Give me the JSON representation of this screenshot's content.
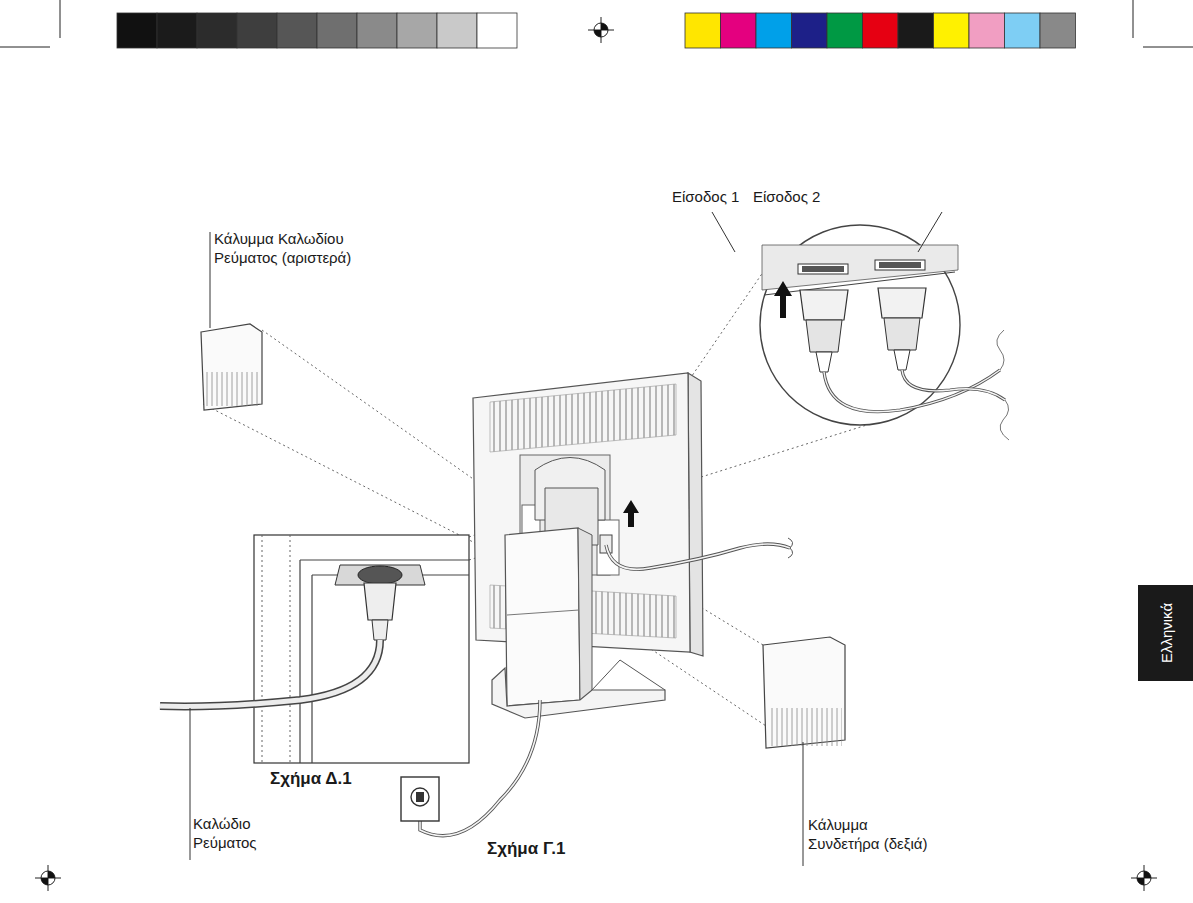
{
  "diagram": {
    "nodes": [
      {
        "text": [
          "Ελληνικά"
        ]
      }
    ],
    "labels": [
      "Είσοδος 1",
      "Είσοδος 2",
      "Κάλυμμα Καλωδίου Ρεύματος (αριστερά)",
      "Σχήμα Δ.1",
      "Καλώδιο Ρεύματος",
      "Σχήμα Γ.1",
      "Κάλυμμα Συνδετήρα (δεξιά)"
    ]
  }
}
